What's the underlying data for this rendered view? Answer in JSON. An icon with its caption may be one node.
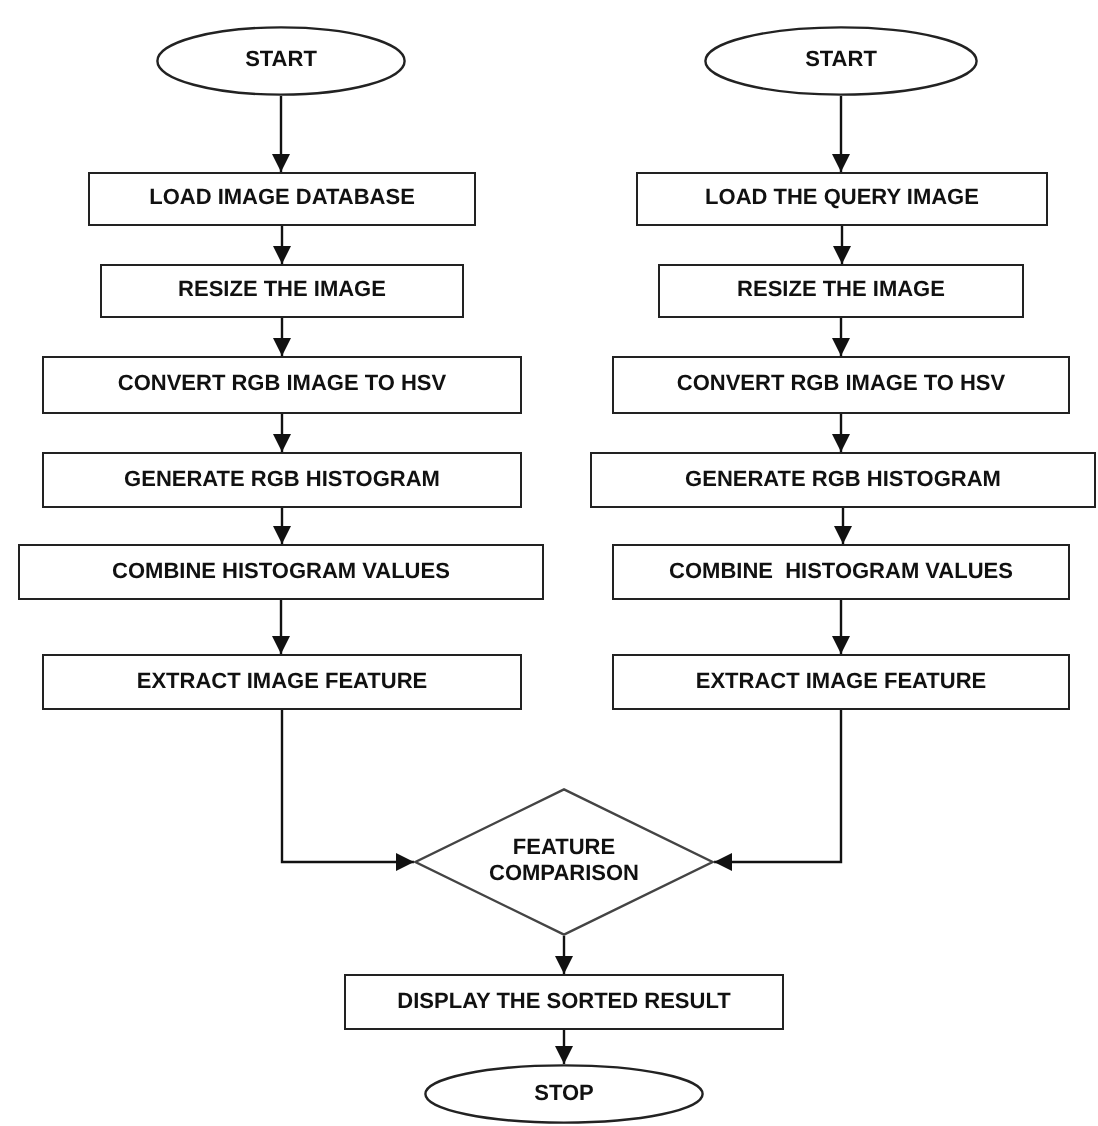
{
  "diagram": {
    "nodes": [
      {
        "text": [
          "START"
        ]
      },
      {
        "text": [
          "LOAD IMAGE DATABASE"
        ]
      },
      {
        "text": [
          "RESIZE THE IMAGE"
        ]
      },
      {
        "text": [
          "CONVERT RGB IMAGE TO HSV"
        ]
      },
      {
        "text": [
          "GENERATE RGB HISTOGRAM"
        ]
      },
      {
        "text": [
          "COMBINE HISTOGRAM VALUES"
        ]
      },
      {
        "text": [
          "EXTRACT IMAGE FEATURE"
        ]
      },
      {
        "text": [
          "START"
        ]
      },
      {
        "text": [
          "LOAD THE QUERY IMAGE"
        ]
      },
      {
        "text": [
          "RESIZE THE IMAGE"
        ]
      },
      {
        "text": [
          "CONVERT RGB IMAGE TO HSV"
        ]
      },
      {
        "text": [
          "GENERATE RGB HISTOGRAM"
        ]
      },
      {
        "text": [
          "COMBINE  HISTOGRAM VALUES"
        ]
      },
      {
        "text": [
          "EXTRACT IMAGE FEATURE"
        ]
      },
      {
        "text": [
          "FEATURE COMPARISON"
        ]
      },
      {
        "text": [
          "DISPLAY THE SORTED RESULT"
        ]
      },
      {
        "text": [
          "STOP"
        ]
      }
    ],
    "edges": [
      {
        "from": 0,
        "to": 1,
        "arrow": "to"
      },
      {
        "from": 1,
        "to": 2,
        "arrow": "to"
      },
      {
        "from": 2,
        "to": 3,
        "arrow": "to"
      },
      {
        "from": 3,
        "to": 4,
        "arrow": "to"
      },
      {
        "from": 4,
        "to": 5,
        "arrow": "to"
      },
      {
        "from": 5,
        "to": 6,
        "arrow": "to"
      },
      {
        "from": 6,
        "to": 14,
        "arrow": "to"
      },
      {
        "from": 7,
        "to": 8,
        "arrow": "to"
      },
      {
        "from": 8,
        "to": 9,
        "arrow": "to"
      },
      {
        "from": 9,
        "to": 10,
        "arrow": "to"
      },
      {
        "from": 10,
        "to": 11,
        "arrow": "to"
      },
      {
        "from": 11,
        "to": 12,
        "arrow": "to"
      },
      {
        "from": 12,
        "to": 13,
        "arrow": "to"
      },
      {
        "from": 13,
        "to": 14,
        "arrow": "to"
      },
      {
        "from": 14,
        "to": 15,
        "arrow": "to"
      },
      {
        "from": 15,
        "to": 16,
        "arrow": "to"
      }
    ]
  }
}
